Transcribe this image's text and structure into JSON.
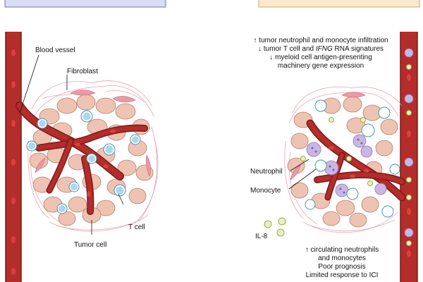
{
  "left": {
    "labels": {
      "blood_vessel": "Blood vessel",
      "fibroblast": "Fibroblast",
      "t_cell": "T cell",
      "tumor_cell": "Tumor cell"
    }
  },
  "right": {
    "top_lines": [
      "↑ tumor neutrophil and monocyte infiltration",
      "↓ tumor T cell and IFNG RNA signatures",
      "↓ myeloid cell antigen-presenting",
      "machinery gene expression"
    ],
    "top_line2_parts": {
      "pre": "↓ tumor T cell and ",
      "italic": "IFNG",
      "post": " RNA signatures"
    },
    "labels": {
      "neutrophil": "Neutrophil",
      "monocyte": "Monocyte",
      "il8": "IL-8"
    },
    "bottom_lines": [
      "↑ circulating neutrophils",
      "and monocytes",
      "Poor prognosis",
      "Limited response to ICI"
    ]
  },
  "colors": {
    "vessel": "#b32d2a",
    "vessel_dark": "#7d1a18",
    "rbc": "#d9423c",
    "tumor_cell": "#efc3b2",
    "fibroblast": "#e89aa8",
    "t_cell": "#a9d8ec",
    "neutrophil": "#c9b6e3",
    "il8": "#d7e79c",
    "box_left": "#d9dcf3",
    "box_right": "#fbe9cf"
  }
}
